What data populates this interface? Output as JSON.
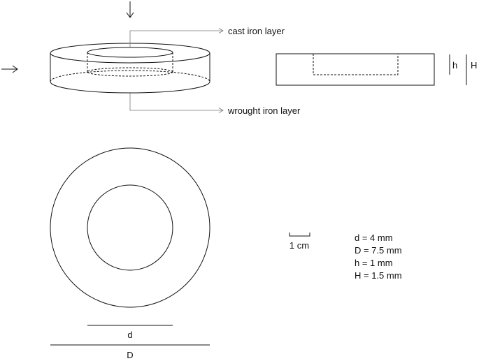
{
  "labels": {
    "cast_iron": "cast iron layer",
    "wrought_iron": "wrought iron layer",
    "h": "h",
    "H": "H",
    "d": "d",
    "D": "D",
    "scale": "1 cm"
  },
  "dimensions": [
    "d = 4 mm",
    "D = 7.5 mm",
    "h = 1 mm",
    "H = 1.5 mm"
  ]
}
